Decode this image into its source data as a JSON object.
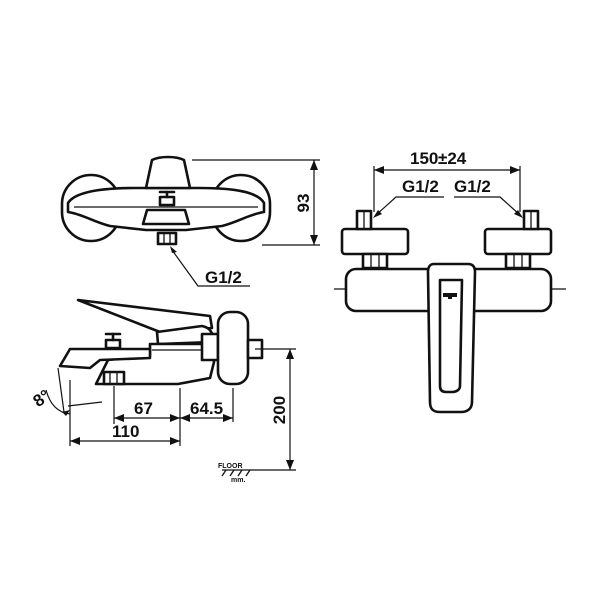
{
  "views": {
    "top": {
      "thread_label": "G1/2",
      "height_label": "93"
    },
    "side": {
      "angle_label": "8°",
      "dim_a": "67",
      "dim_b": "64.5",
      "dim_total": "110",
      "height_label": "200",
      "floor_label": "FLOOR",
      "unit_label": "mm."
    },
    "front": {
      "width_label": "150",
      "tolerance_label": "±24",
      "thread_left": "G1/2",
      "thread_right": "G1/2"
    }
  }
}
